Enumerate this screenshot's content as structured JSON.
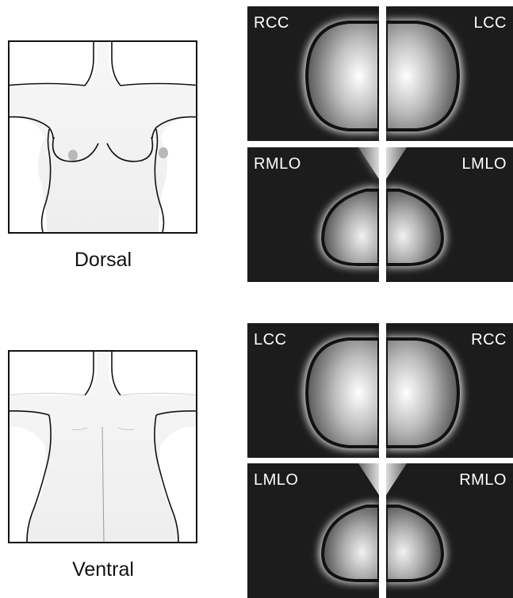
{
  "dorsal": {
    "caption": "Dorsal",
    "views": {
      "top_left": "RCC",
      "top_right": "LCC",
      "bottom_left": "RMLO",
      "bottom_right": "LMLO"
    }
  },
  "ventral": {
    "caption": "Ventral",
    "views": {
      "top_left": "LCC",
      "top_right": "RCC",
      "bottom_left": "LMLO",
      "bottom_right": "RMLO"
    }
  },
  "colors": {
    "panel_bg": "#1c1c1c",
    "tissue_light": "#ffffff",
    "tissue_dark": "#5a5a5a",
    "outline": "#111111"
  }
}
